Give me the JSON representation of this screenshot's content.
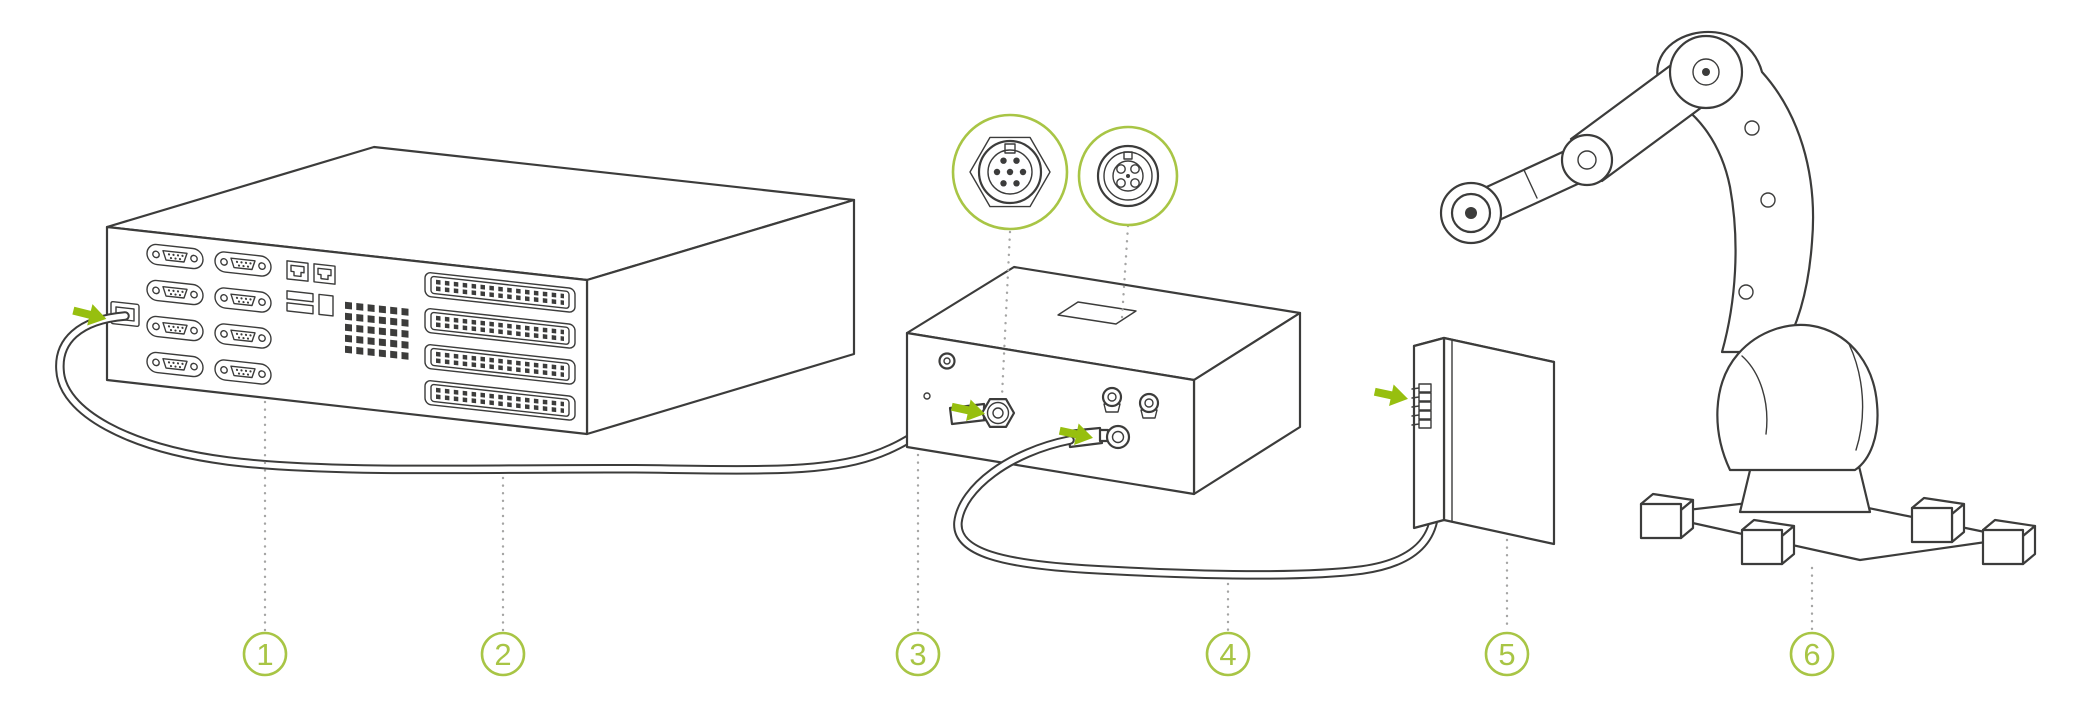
{
  "steps": [
    {
      "number": "1"
    },
    {
      "number": "2"
    },
    {
      "number": "3"
    },
    {
      "number": "4"
    },
    {
      "number": "5"
    },
    {
      "number": "6"
    }
  ],
  "icons": {
    "connection_arrow": "connection-arrow-icon",
    "male_connector_detail": "m12-male-connector-callout",
    "female_connector_detail": "m12-female-connector-callout"
  },
  "components": [
    "industrial-pc",
    "pc-to-controller-cable",
    "controller-box",
    "controller-to-terminal-cable",
    "terminal-block",
    "robot-arm"
  ],
  "colors": {
    "accent_green": "#97BF0F",
    "label_green": "#A8C545",
    "line_dark": "#3C3C3B",
    "leader_gray": "#A5A5A4",
    "background": "#FFFFFF"
  }
}
